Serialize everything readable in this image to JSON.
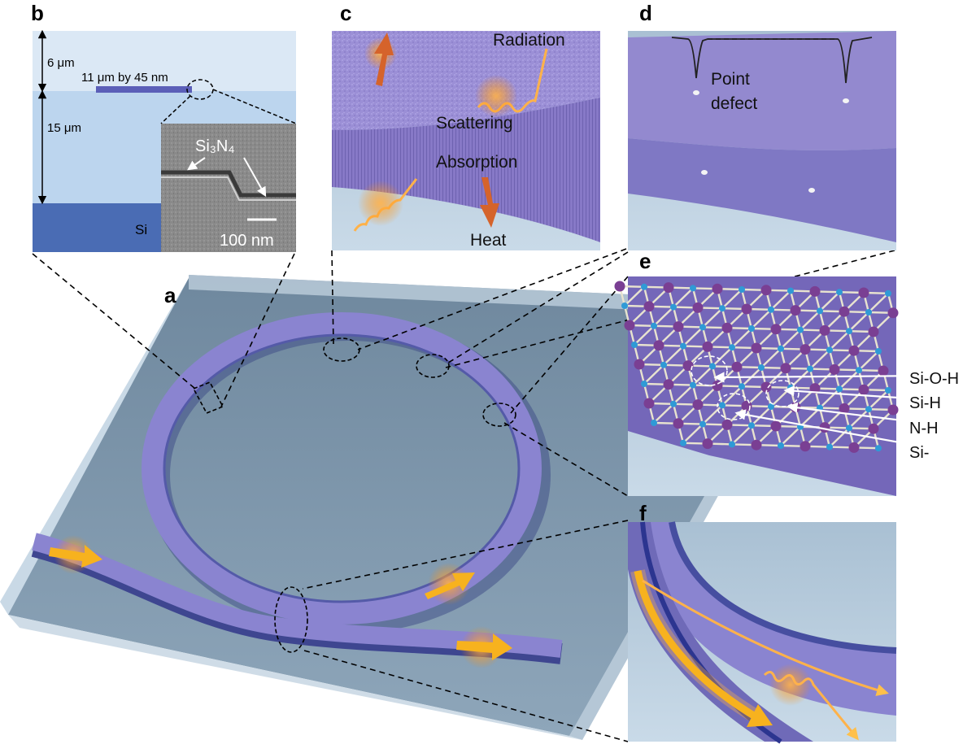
{
  "panels": {
    "a": "a",
    "b": "b",
    "c": "c",
    "d": "d",
    "e": "e",
    "f": "f"
  },
  "panel_b": {
    "top_cladding_thickness": "6 μm",
    "waveguide_dimensions": "11 μm by 45 nm",
    "bottom_cladding_thickness": "15 μm",
    "substrate_label": "Si",
    "sem_material_label": "Si₃N₄",
    "scale_bar_label": "100 nm"
  },
  "panel_c": {
    "radiation": "Radiation",
    "scattering": "Scattering",
    "absorption": "Absorption",
    "heat": "Heat"
  },
  "panel_d": {
    "point_defect_line1": "Point",
    "point_defect_line2": "defect"
  },
  "panel_e": {
    "bonds": [
      "Si-O-H",
      "Si-H",
      "N-H",
      "Si-"
    ]
  },
  "colors": {
    "waveguide": "#8a84d0",
    "waveguide_dark": "#4a4fa8",
    "chip_top": "#7c95ac",
    "cladding_light": "#dbe8f5",
    "cladding_mid": "#bcd5ee",
    "substrate": "#4a6cb4",
    "arrow": "#f7b21e",
    "heat_arrow": "#d5632b",
    "si_atom": "#7a3f93",
    "n_atom": "#2f9ad6"
  }
}
